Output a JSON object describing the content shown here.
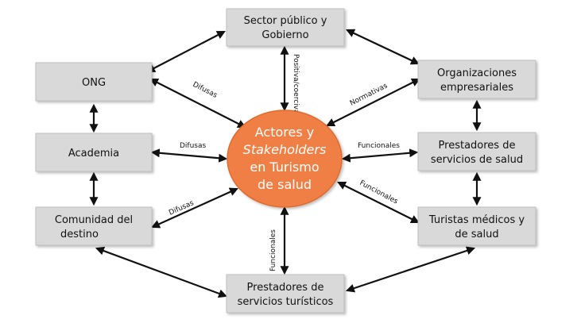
{
  "nodes": {
    "sector_publico": {
      "line1": "Sector público y",
      "line2": "Gobierno"
    },
    "ong": {
      "line1": "ONG"
    },
    "organizaciones": {
      "line1": "Organizaciones",
      "line2": "empresariales"
    },
    "academia": {
      "line1": "Academia"
    },
    "prestadores_salud": {
      "line1": "Prestadores de",
      "line2": "servicios de salud"
    },
    "comunidad": {
      "line1": "Comunidad del",
      "line2": "destino"
    },
    "turistas": {
      "line1": "Turistas médicos y",
      "line2": "de salud"
    },
    "prestadores_turisticos": {
      "line1": "Prestadores de",
      "line2": "servicios turísticos"
    }
  },
  "center": {
    "line1": "Actores y",
    "line2": "Stakeholders",
    "line3": "en Turismo",
    "line4": "de salud"
  },
  "edge_labels": {
    "sector_publico": "Positiva/coerciva",
    "ong": "Difusas",
    "organizaciones": "Normativas",
    "academia": "Difusas",
    "prestadores_salud": "Funcionales",
    "comunidad": "Difusas",
    "turistas": "Funcionales",
    "prestadores_turisticos": "Funcionales"
  },
  "colors": {
    "box_fill": "#d9d9d9",
    "box_stroke": "#bfbfbf",
    "center_fill": "#f07f45",
    "center_stroke": "#e06a2e",
    "arrow": "#111111"
  }
}
